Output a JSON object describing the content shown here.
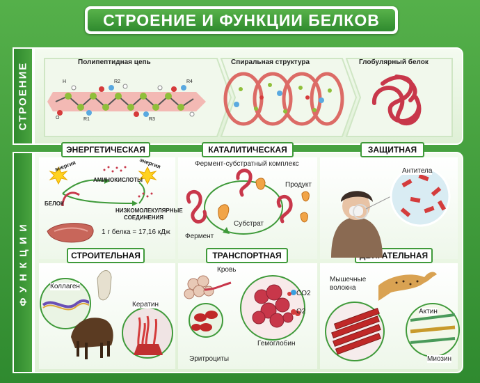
{
  "title": "СТРОЕНИЕ И ФУНКЦИИ БЕЛКОВ",
  "side": {
    "structure": "СТРОЕНИЕ",
    "functions": "ФУНКЦИИ"
  },
  "structure": {
    "polypeptide": "Полипептидная цепь",
    "spiral": "Спиральная структура",
    "globular": "Глобулярный белок",
    "chain_letters": {
      "h": "H",
      "o": "O",
      "r1": "R1",
      "r2": "R2",
      "r3": "R3",
      "r4": "R4"
    }
  },
  "functions": {
    "energy": {
      "title": "ЭНЕРГЕТИЧЕСКАЯ",
      "energy_word": "энергия",
      "amino": "АМИНОКИСЛОТЫ",
      "protein": "БЕЛОК",
      "low1": "НИЗКОМОЛЕКУЛЯРНЫЕ",
      "low2": "СОЕДИНЕНИЯ",
      "formula": "1 г белка = 17,16 кДж"
    },
    "catalytic": {
      "title": "КАТАЛИТИЧЕСКАЯ",
      "complex": "Фермент-субстратный комплекс",
      "product": "Продукт",
      "substrate": "Субстрат",
      "enzyme": "Фермент"
    },
    "protective": {
      "title": "ЗАЩИТНАЯ",
      "antibodies": "Антитела"
    },
    "building": {
      "title": "СТРОИТЕЛЬНАЯ",
      "collagen": "Коллаген",
      "keratin": "Кератин"
    },
    "transport": {
      "title": "ТРАНСПОРТНАЯ",
      "blood": "Кровь",
      "co2": "CO2",
      "o2": "O2",
      "hemoglobin": "Гемоглобин",
      "erythrocytes": "Эритроциты"
    },
    "motor": {
      "title": "ДВИГАТЕЛЬНАЯ",
      "muscle1": "Мышечные",
      "muscle2": "волокна",
      "actin": "Актин",
      "myosin": "Миозин"
    }
  },
  "colors": {
    "green": "#3f9a3a",
    "protein": "#c8374a",
    "fiber": "#d43c3c"
  }
}
